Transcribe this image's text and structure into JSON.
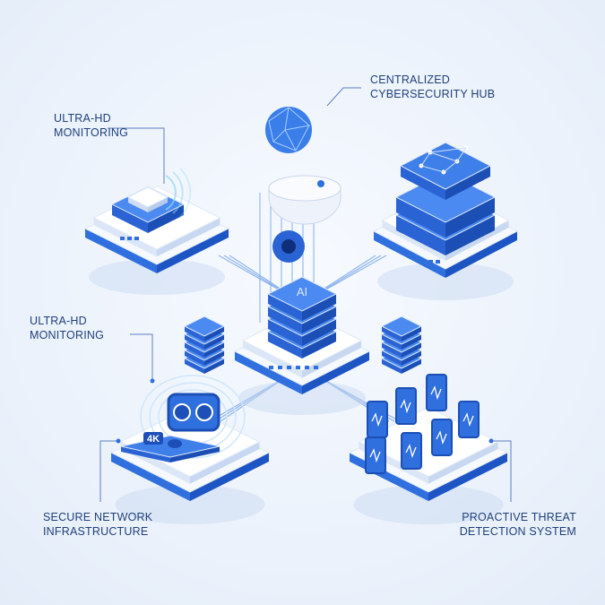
{
  "labels": {
    "hub": "CENTRALIZED\nCYBERSECURITY HUB",
    "monitoring_top": "ULTRA-HD\nMONITORING",
    "monitoring_mid": "ULTRA-HD\nMONITORING",
    "network": "SECURE NETWORK\nINFRASTRUCTURE",
    "threat": "PROACTIVE THREAT\nDETECTION SYSTEM"
  },
  "badges": {
    "ai": "AI",
    "resolution": "4K"
  },
  "colors": {
    "primary": "#2f6fde",
    "dark": "#1d4fb8",
    "light": "#ffffff",
    "line": "#8fb4ec",
    "text": "#1f3f7a"
  },
  "icons": [
    "globe-icon",
    "dome-camera-icon",
    "server-stack-icon",
    "ai-server-icon",
    "dual-lens-camera-icon",
    "mobile-device-icon",
    "monitor-icon"
  ]
}
